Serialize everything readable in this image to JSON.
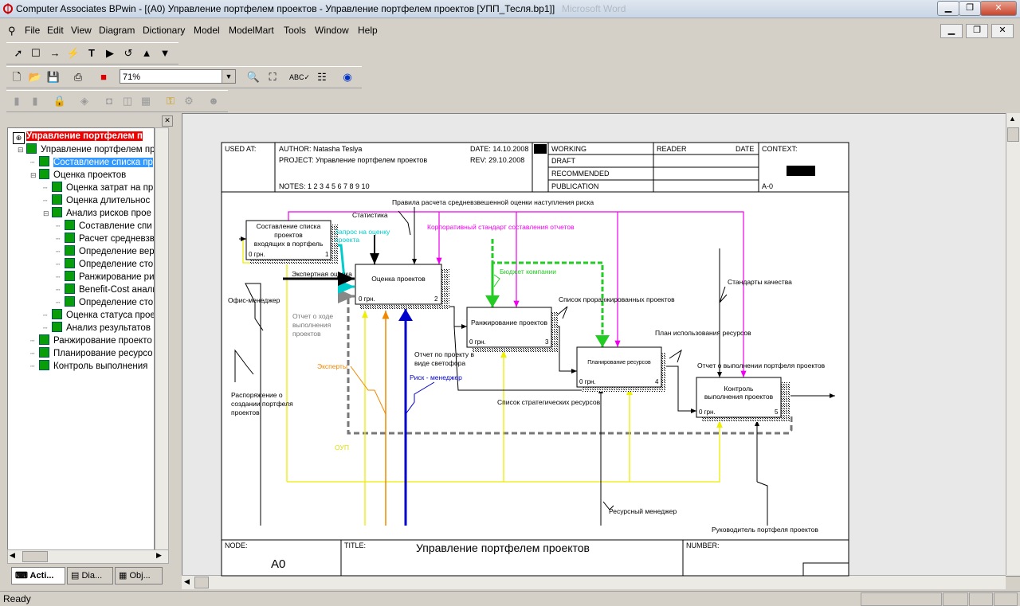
{
  "window": {
    "title": "Computer Associates BPwin - [(A0) Управление портфелем проектов  - Управление портфелем проектов  [УПП_Тесля.bp1]]",
    "blurred": "Microsoft Word"
  },
  "menu": [
    "File",
    "Edit",
    "View",
    "Diagram",
    "Dictionary",
    "Model",
    "ModelMart",
    "Tools",
    "Window",
    "Help"
  ],
  "toolbar": {
    "zoom": "71%"
  },
  "icons": {
    "tools": [
      "pointer-icon",
      "box-tool-icon",
      "arrow-tool-icon",
      "squiggle-tool-icon",
      "text-tool-icon",
      "next-icon",
      "undo-icon",
      "go-up-icon",
      "go-down-icon"
    ],
    "main": [
      "new-icon",
      "open-icon",
      "save-icon",
      "print-icon",
      "color-icon",
      "zoom-in-icon",
      "zoom-fit-icon",
      "spellcheck-icon",
      "model-explorer-icon",
      "report-icon"
    ],
    "modelmart": [
      "mm-connect-icon",
      "mm-disconnect-icon",
      "mm-lock-icon",
      "mm-library-icon",
      "mm-model-icon",
      "mm-diagram-icon",
      "mm-table-icon",
      "mm-entity-icon",
      "mm-settings-icon",
      "mm-users-icon"
    ]
  },
  "tree": {
    "root": "Управление портфелем п",
    "items": [
      {
        "label": "Управление портфелем пр",
        "level": 1,
        "selected": false
      },
      {
        "label": "Составление списка  пр",
        "level": 2,
        "selected": true
      },
      {
        "label": "Оценка проектов",
        "level": 2,
        "selected": false
      },
      {
        "label": "Оценка затрат на пр",
        "level": 3,
        "selected": false
      },
      {
        "label": "Оценка  длительнос",
        "level": 3,
        "selected": false
      },
      {
        "label": "Анализ рисков прое",
        "level": 3,
        "selected": false
      },
      {
        "label": "Составление спи",
        "level": 4,
        "selected": false
      },
      {
        "label": "Расчет средневзв",
        "level": 4,
        "selected": false
      },
      {
        "label": "Определение вер",
        "level": 4,
        "selected": false
      },
      {
        "label": "Определение сто",
        "level": 4,
        "selected": false
      },
      {
        "label": "Ранжирование ри",
        "level": 4,
        "selected": false
      },
      {
        "label": "Benefit-Cost анали",
        "level": 4,
        "selected": false
      },
      {
        "label": "Определение сто",
        "level": 4,
        "selected": false
      },
      {
        "label": "Оценка статуса прое",
        "level": 3,
        "selected": false
      },
      {
        "label": "Анализ результатов",
        "level": 3,
        "selected": false
      },
      {
        "label": "Ранжирование проекто",
        "level": 2,
        "selected": false
      },
      {
        "label": "Планирование ресурсо",
        "level": 2,
        "selected": false
      },
      {
        "label": "Контроль  выполнения ",
        "level": 2,
        "selected": false
      }
    ]
  },
  "tabs": [
    "Acti...",
    "Dia...",
    "Obj..."
  ],
  "header": {
    "used_at": "USED AT:",
    "author": "AUTHOR:  Natasha Teslya",
    "project": "PROJECT:  Управление портфелем проектов",
    "date": "DATE:  14.10.2008",
    "rev": "REV:  29.10.2008",
    "notes": "NOTES:  1  2  3  4  5  6  7  8  9  10",
    "status": [
      "WORKING",
      "DRAFT",
      "RECOMMENDED",
      "PUBLICATION"
    ],
    "reader": "READER",
    "reader_date": "DATE",
    "context": "CONTEXT:",
    "node_ref": "A-0"
  },
  "footer": {
    "node_label": "NODE:",
    "node": "A0",
    "title_label": "TITLE:",
    "title": "Управление портфелем проектов",
    "number_label": "NUMBER:"
  },
  "boxes": [
    {
      "name": "Составление списка проектов входящих в портфель",
      "cost": "0 грн.",
      "num": "1"
    },
    {
      "name": "Оценка проектов",
      "cost": "0 грн.",
      "num": "2"
    },
    {
      "name": "Ранжирование проектов",
      "cost": "0 грн.",
      "num": "3"
    },
    {
      "name": "Планирование ресурсов",
      "cost": "0 грн.",
      "num": "4"
    },
    {
      "name": "Контроль выполнения проектов",
      "cost": "0 грн.",
      "num": "5"
    }
  ],
  "box1_lines": [
    "Составление списка",
    "проектов",
    "входящих в портфель"
  ],
  "box5_lines": [
    "Контроль",
    "выполнения проектов"
  ],
  "arrow_labels": {
    "rules": "Правила расчета средневзвешенной оценки наступления риска",
    "statistics": "Статистика",
    "corp_standard": "Корпоративный стандарт составления отчетов",
    "request": "Запрос на оценку проекта",
    "request_lines": [
      "Запрос на оценку",
      "проекта"
    ],
    "budget": "Бюджет компании",
    "expert_eval": "Экспертная оценка",
    "office_manager": "Офис-менеджер",
    "progress_report": [
      "Отчет о ходе",
      "выполнения",
      "проектов"
    ],
    "ranked_list": "Список проранжированных проектов",
    "quality": "Стандарты качества",
    "resource_plan": "План использования ресурсов",
    "traffic_light": [
      "Отчет по проекту в",
      "виде светофора"
    ],
    "experts": "Эксперты",
    "risk_manager": "Риск - менеджер",
    "portfolio_report": "Отчет о выполнении портфеля проектов",
    "order": [
      "Распоряжение о",
      "создании портфеля",
      "проектов"
    ],
    "strategic": "Список стратегических ресурсов",
    "oup": "ОУП",
    "resource_manager": "Ресурсный менеджер",
    "portfolio_head": "Руководитель портфеля проектов"
  },
  "status": {
    "text": "Ready"
  }
}
